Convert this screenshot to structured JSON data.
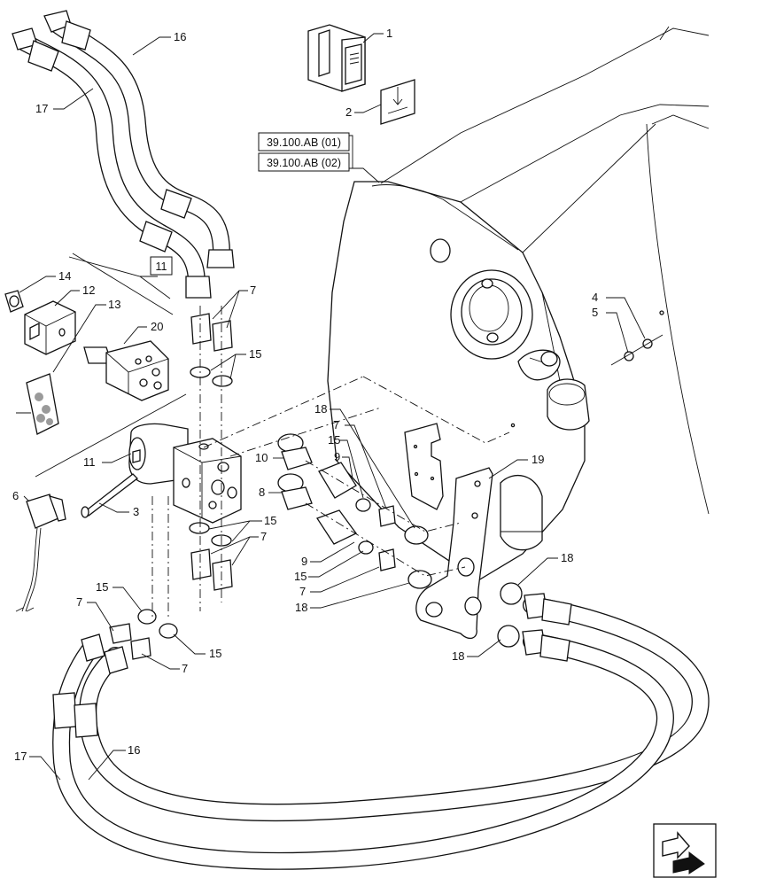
{
  "callouts": [
    {
      "id": "c1",
      "text": "1"
    },
    {
      "id": "c2",
      "text": "2"
    },
    {
      "id": "c3",
      "text": "3"
    },
    {
      "id": "c4",
      "text": "4"
    },
    {
      "id": "c5",
      "text": "5"
    },
    {
      "id": "c6",
      "text": "6"
    },
    {
      "id": "c7a",
      "text": "7"
    },
    {
      "id": "c7b",
      "text": "7"
    },
    {
      "id": "c7c",
      "text": "7"
    },
    {
      "id": "c7d",
      "text": "7"
    },
    {
      "id": "c7e",
      "text": "7"
    },
    {
      "id": "c7f",
      "text": "7"
    },
    {
      "id": "c8",
      "text": "8"
    },
    {
      "id": "c9a",
      "text": "9"
    },
    {
      "id": "c9b",
      "text": "9"
    },
    {
      "id": "c10",
      "text": "10"
    },
    {
      "id": "c11a",
      "text": "11"
    },
    {
      "id": "c12",
      "text": "12"
    },
    {
      "id": "c13",
      "text": "13"
    },
    {
      "id": "c14",
      "text": "14"
    },
    {
      "id": "c15a",
      "text": "15"
    },
    {
      "id": "c15b",
      "text": "15"
    },
    {
      "id": "c15c",
      "text": "15"
    },
    {
      "id": "c15d",
      "text": "15"
    },
    {
      "id": "c15e",
      "text": "15"
    },
    {
      "id": "c15f",
      "text": "15"
    },
    {
      "id": "c16a",
      "text": "16"
    },
    {
      "id": "c16b",
      "text": "16"
    },
    {
      "id": "c17a",
      "text": "17"
    },
    {
      "id": "c17b",
      "text": "17"
    },
    {
      "id": "c18a",
      "text": "18"
    },
    {
      "id": "c18b",
      "text": "18"
    },
    {
      "id": "c18c",
      "text": "18"
    },
    {
      "id": "c18d",
      "text": "18"
    },
    {
      "id": "c19",
      "text": "19"
    },
    {
      "id": "c20",
      "text": "20"
    }
  ],
  "boxed_ref": {
    "text": "11"
  },
  "section_refs": [
    "39.100.AB (01)",
    "39.100.AB (02)"
  ],
  "nav_icon": "arrow-page-navigation-icon"
}
